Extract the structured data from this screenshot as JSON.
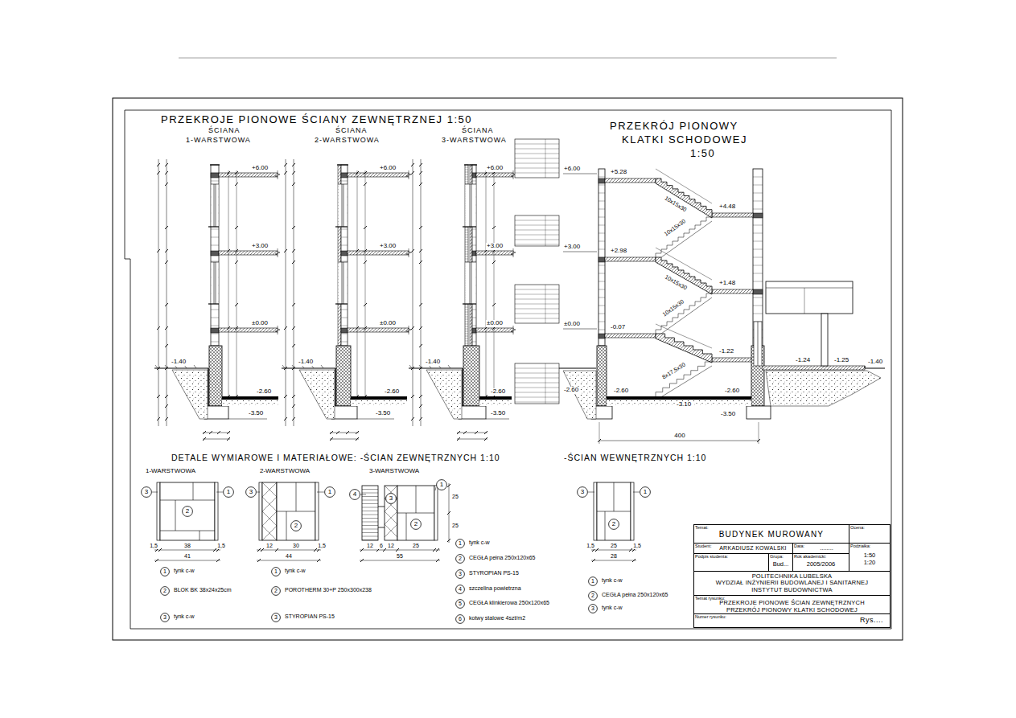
{
  "diagram": {
    "title": "PRZEKROJE PIONOWE ŚCIANY ZEWNĘTRZNEJ 1:50",
    "nodes": [
      {
        "text": [
          "3"
        ]
      },
      {
        "text": [
          "2"
        ]
      },
      {
        "text": [
          "1"
        ]
      },
      {
        "text": [
          "3"
        ]
      },
      {
        "text": [
          "2"
        ]
      },
      {
        "text": [
          "1"
        ]
      },
      {
        "text": [
          "4"
        ]
      },
      {
        "text": [
          "3"
        ]
      },
      {
        "text": [
          "2"
        ]
      },
      {
        "text": [
          "1"
        ]
      },
      {
        "text": [
          "3"
        ]
      },
      {
        "text": [
          "2"
        ]
      },
      {
        "text": [
          "1"
        ]
      },
      {
        "text": [
          "1"
        ]
      },
      {
        "text": [
          "2"
        ]
      },
      {
        "text": [
          "3"
        ]
      },
      {
        "text": [
          "1"
        ]
      },
      {
        "text": [
          "2"
        ]
      },
      {
        "text": [
          "3"
        ]
      },
      {
        "text": [
          "1"
        ]
      },
      {
        "text": [
          "2"
        ]
      },
      {
        "text": [
          "3"
        ]
      },
      {
        "text": [
          "4"
        ]
      },
      {
        "text": [
          "5"
        ]
      },
      {
        "text": [
          "6"
        ]
      },
      {
        "text": [
          "1"
        ]
      },
      {
        "text": [
          "2"
        ]
      },
      {
        "text": [
          "3"
        ]
      },
      {
        "text": [
          "Temat:",
          "BUDYNEK MUROWANY"
        ]
      },
      {
        "text": [
          "Ocena:"
        ]
      },
      {
        "text": [
          "Student:",
          "ARKADIUSZ KOWALSKI"
        ]
      },
      {
        "text": [
          "Data:",
          "........"
        ]
      },
      {
        "text": [
          "Podziałka:",
          "1:50",
          "1:20"
        ]
      },
      {
        "text": [
          "Podpis studenta:"
        ]
      },
      {
        "text": [
          "Grupa:",
          "Bud..."
        ]
      },
      {
        "text": [
          "Rok akademicki:",
          "2005/2006"
        ]
      },
      {
        "text": [
          "POLITECHNIKA LUBELSKA",
          "WYDZIAŁ INŻYNIERII BUDOWLANEJ I SANITARNEJ",
          "INSTYTUT BUDOWNICTWA"
        ]
      },
      {
        "text": [
          "Temat rysunku:",
          "PRZEKROJE PIONOWE ŚCIAN ZEWNĘTRZNYCH",
          "PRZEKRÓJ PIONOWY KLATKI SCHODOWEJ"
        ]
      },
      {
        "text": [
          "Numer rysunku:",
          "Rys...."
        ]
      }
    ],
    "labels": [
      "ŚCIANA",
      "1-WARSTWOWA",
      "ŚCIANA",
      "2-WARSTWOWA",
      "ŚCIANA",
      "3-WARSTWOWA",
      "PRZEKRÓJ PIONOWY",
      "KLATKI SCHODOWEJ",
      "1:50",
      "DETALE WYMIAROWE I MATERIAŁOWE: -ŚCIAN ZEWNĘTRZNYCH 1:10",
      "-ŚCIAN WEWNĘTRZNYCH 1:10",
      "1-WARSTWOWA",
      "2-WARSTWOWA",
      "3-WARSTWOWA",
      "+6.00",
      "+3.00",
      "±0.00",
      "-1.40",
      "-2.60",
      "-3.50",
      "+6.00",
      "+3.00",
      "±0.00",
      "-1.40",
      "-2.60",
      "-3.50",
      "+6.00",
      "+3.00",
      "±0.00",
      "-1.40",
      "-2.60",
      "-3.50",
      "+6.00",
      "+5.28",
      "+4.48",
      "+3.00",
      "+2.98",
      "+1.48",
      "±0.00",
      "-0.07",
      "-1.22",
      "-1.24",
      "-1.25",
      "-1.40",
      "-2.60",
      "-2.60",
      "-2.60",
      "-3.10",
      "-3.50",
      "400",
      "10x15x30",
      "10x15x30",
      "10x15x30",
      "10x15x30",
      "8x17,5x30",
      "tynk c-w",
      "BLOK BK 38x24x25cm",
      "tynk c-w",
      "tynk c-w",
      "POROTHERM 30+P 250x300x238",
      "STYROPIAN PS-15",
      "tynk c-w",
      "CEGŁA pełna 250x120x65",
      "STYROPIAN PS-15",
      "szczelina powietrzna",
      "CEGŁA klinkierowa 250x120x65",
      "kotwy stalowe 4szt/m2",
      "tynk c-w",
      "CEGŁA pełna 250x120x65",
      "tynk c-w",
      "1,5",
      "38",
      "1,5",
      "41",
      "12",
      "30",
      "1,5",
      "44",
      "12",
      "6",
      "12",
      "25",
      "55",
      "1,5",
      "25",
      "1,5",
      "28",
      "25",
      "25"
    ]
  }
}
